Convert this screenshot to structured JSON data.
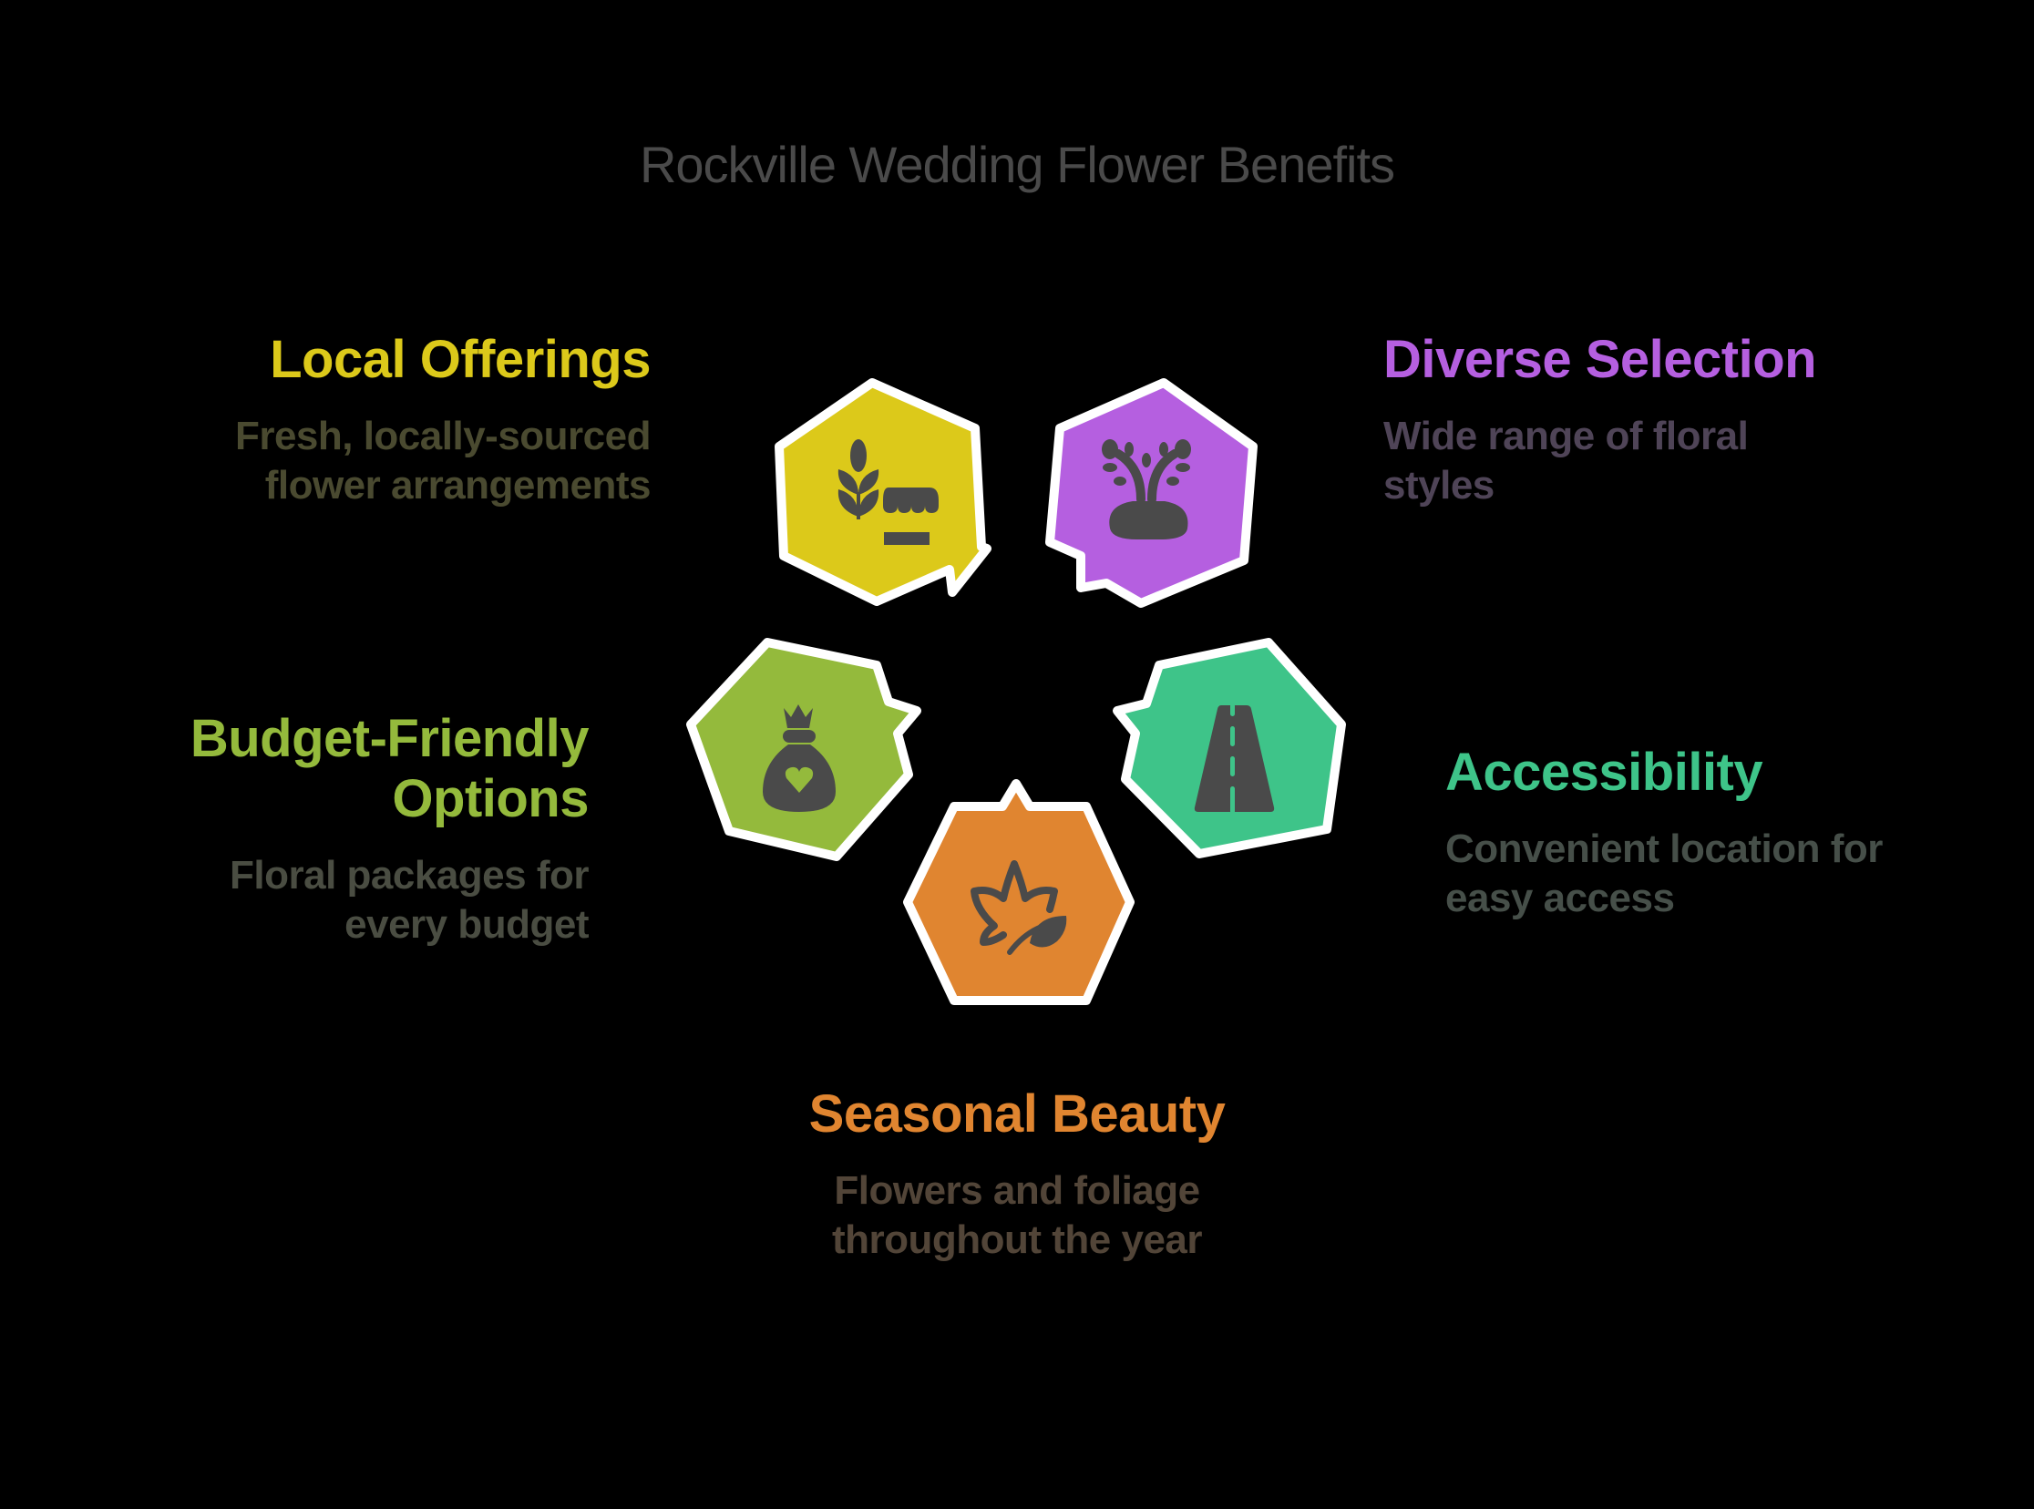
{
  "title": "Rockville Wedding Flower Benefits",
  "colors": {
    "background": "#000000",
    "title": "#4a4a4a",
    "icon": "#4a4a4a",
    "outline": "#ffffff"
  },
  "items": [
    {
      "id": "local-offerings",
      "heading": "Local Offerings",
      "description_lines": [
        "Fresh, locally-sourced",
        "flower arrangements"
      ],
      "color": "#dcc91a",
      "text_color": "#4a4a30",
      "icon": "wheat-market-stall-icon"
    },
    {
      "id": "diverse-selection",
      "heading": "Diverse Selection",
      "description_lines": [
        "Wide range of floral",
        "styles"
      ],
      "color": "#b55fe0",
      "text_color": "#4f4457",
      "icon": "vase-with-sprays-icon"
    },
    {
      "id": "budget-friendly-options",
      "heading_lines": [
        "Budget-Friendly",
        "Options"
      ],
      "description_lines": [
        "Floral packages for",
        "every budget"
      ],
      "color": "#94ba3c",
      "text_color": "#4a4d42",
      "icon": "money-bag-heart-icon"
    },
    {
      "id": "accessibility",
      "heading": "Accessibility",
      "description_lines": [
        "Convenient location for",
        "easy access"
      ],
      "color": "#3ec489",
      "text_color": "#464f49",
      "icon": "road-icon"
    },
    {
      "id": "seasonal-beauty",
      "heading": "Seasonal Beauty",
      "description_lines": [
        "Flowers and foliage",
        "throughout the year"
      ],
      "color": "#e08530",
      "text_color": "#524538",
      "icon": "autumn-leaves-icon"
    }
  ]
}
